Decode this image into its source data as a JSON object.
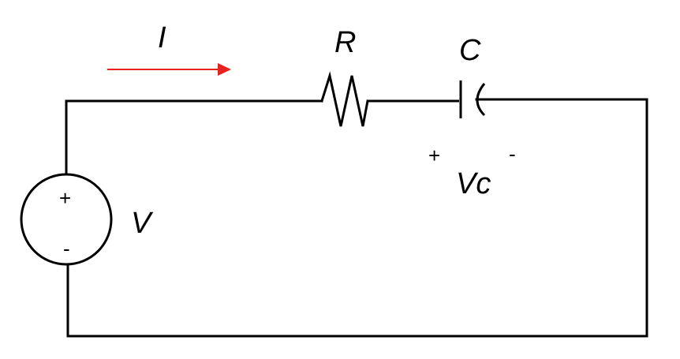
{
  "labels": {
    "current": "I",
    "resistor": "R",
    "capacitor": "C",
    "source": "V",
    "capacitor_voltage": "Vc",
    "source_plus": "+",
    "source_minus": "-",
    "cap_plus": "+",
    "cap_minus": "-"
  },
  "colors": {
    "wire": "#000000",
    "current_arrow": "#e8231f",
    "background": "#ffffff"
  }
}
